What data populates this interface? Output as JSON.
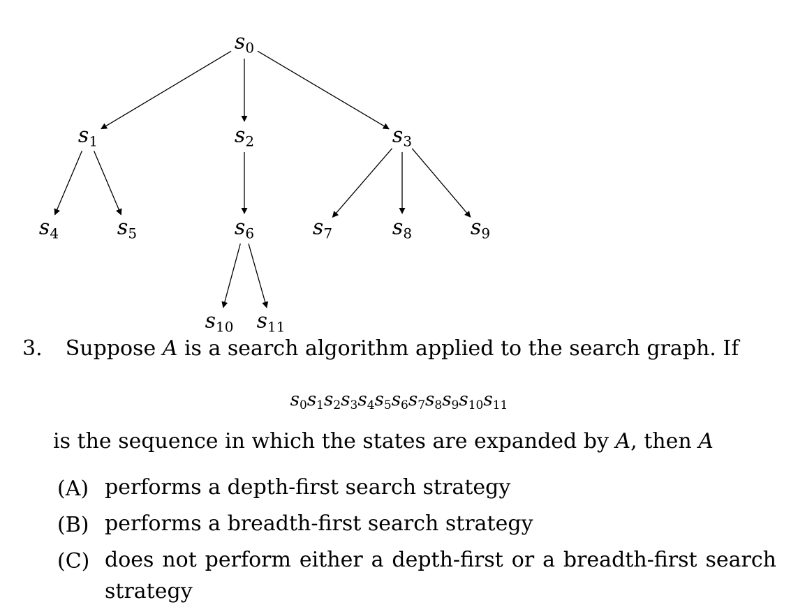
{
  "tree": {
    "nodes": [
      {
        "id": "s0",
        "base": "s",
        "sub": "0"
      },
      {
        "id": "s1",
        "base": "s",
        "sub": "1"
      },
      {
        "id": "s2",
        "base": "s",
        "sub": "2"
      },
      {
        "id": "s3",
        "base": "s",
        "sub": "3"
      },
      {
        "id": "s4",
        "base": "s",
        "sub": "4"
      },
      {
        "id": "s5",
        "base": "s",
        "sub": "5"
      },
      {
        "id": "s6",
        "base": "s",
        "sub": "6"
      },
      {
        "id": "s7",
        "base": "s",
        "sub": "7"
      },
      {
        "id": "s8",
        "base": "s",
        "sub": "8"
      },
      {
        "id": "s9",
        "base": "s",
        "sub": "9"
      },
      {
        "id": "s10",
        "base": "s",
        "sub": "10"
      },
      {
        "id": "s11",
        "base": "s",
        "sub": "11"
      }
    ],
    "edges": [
      [
        "s0",
        "s1"
      ],
      [
        "s0",
        "s2"
      ],
      [
        "s0",
        "s3"
      ],
      [
        "s1",
        "s4"
      ],
      [
        "s1",
        "s5"
      ],
      [
        "s2",
        "s6"
      ],
      [
        "s3",
        "s7"
      ],
      [
        "s3",
        "s8"
      ],
      [
        "s3",
        "s9"
      ],
      [
        "s6",
        "s10"
      ],
      [
        "s6",
        "s11"
      ]
    ]
  },
  "question": {
    "number": "3.",
    "intro_before": "Suppose ",
    "intro_var": "A",
    "intro_after": " is a search algorithm applied to the search graph. If",
    "sequence": [
      "0",
      "1",
      "2",
      "3",
      "4",
      "5",
      "6",
      "7",
      "8",
      "9",
      "10",
      "11"
    ],
    "sequence_base": "s",
    "followup_before": "is the sequence in which the states are expanded by ",
    "followup_var1": "A",
    "followup_mid": ", then ",
    "followup_var2": "A"
  },
  "options": [
    {
      "letter": "(A)",
      "text": "performs a depth-first search strategy"
    },
    {
      "letter": "(B)",
      "text": "performs a breadth-first search strategy"
    },
    {
      "letter": "(C)",
      "text": "does not perform either a depth-first or a breadth-first search strategy"
    }
  ]
}
